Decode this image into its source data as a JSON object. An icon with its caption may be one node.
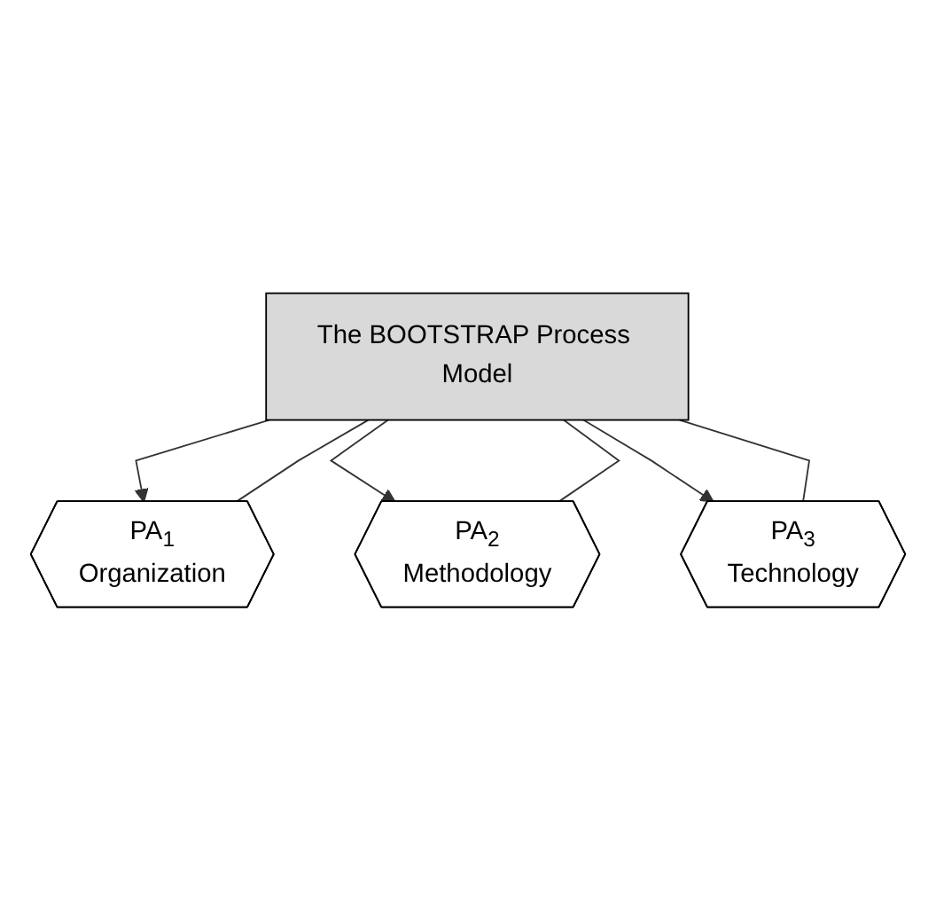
{
  "diagram": {
    "nodes": [
      {
        "text": [
          "The BOOTSTRAP Process Model"
        ]
      },
      {
        "text": [
          "PA$_{1}$",
          "Organization"
        ]
      },
      {
        "text": [
          "PA$_{2}$",
          "Methodology"
        ]
      },
      {
        "text": [
          "PA$_{3}$",
          "Technology"
        ]
      }
    ],
    "edges": [
      {
        "from": 0,
        "to": 1,
        "arrow": "to"
      },
      {
        "from": 0,
        "to": 2,
        "arrow": "to"
      },
      {
        "from": 0,
        "to": 3,
        "arrow": "to"
      },
      {
        "from": 1,
        "to": 0,
        "arrow": "none"
      },
      {
        "from": 2,
        "to": 0,
        "arrow": "none"
      },
      {
        "from": 3,
        "to": 0,
        "arrow": "none"
      }
    ]
  }
}
